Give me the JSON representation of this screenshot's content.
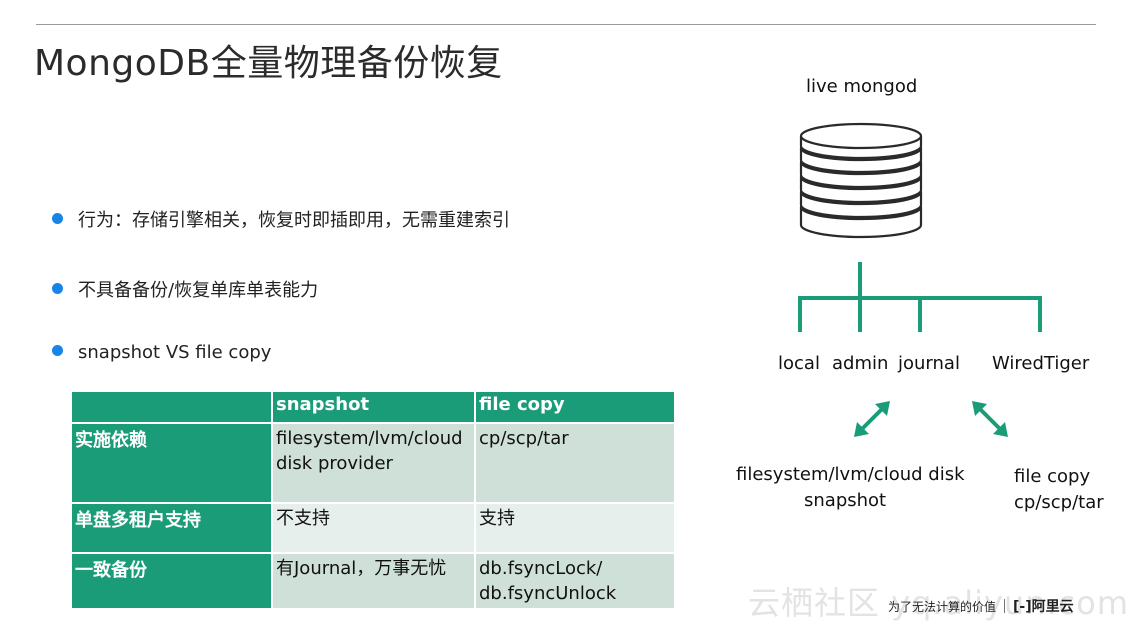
{
  "title": "MongoDB全量物理备份恢复",
  "bullets": [
    "行为：存储引擎相关，恢复时即插即用，无需重建索引",
    "不具备备份/恢复单库单表能力",
    "snapshot VS file copy"
  ],
  "table": {
    "headers": [
      "",
      "snapshot",
      "file copy"
    ],
    "rows": [
      {
        "label": "实施依赖",
        "snapshot": [
          "filesystem/lvm/cloud",
          "disk provider"
        ],
        "file_copy": [
          "cp/scp/tar"
        ]
      },
      {
        "label": "单盘多租户支持",
        "snapshot": [
          "不支持"
        ],
        "file_copy": [
          "支持"
        ]
      },
      {
        "label": "一致备份",
        "snapshot": [
          "有Journal，万事无忧"
        ],
        "file_copy": [
          "db.fsyncLock/",
          "db.fsyncUnlock"
        ]
      }
    ]
  },
  "diagram": {
    "db_label": "live mongod",
    "dirs": [
      "local",
      "admin",
      "journal",
      "WiredTiger"
    ],
    "snapshot_label": [
      "filesystem/lvm/cloud disk",
      "snapshot"
    ],
    "filecopy_label": [
      "file copy",
      "cp/scp/tar"
    ]
  },
  "footer": {
    "watermark": "云栖社区 yq.aliyun.com",
    "slogan": "为了无法计算的价值",
    "logo_text": "阿里云",
    "logo_mark": "[-]"
  },
  "colors": {
    "accent": "#1a9c78",
    "bullet": "#1a84e6",
    "cell": "#cfe0d8",
    "cell_alt": "#e6efeb"
  }
}
